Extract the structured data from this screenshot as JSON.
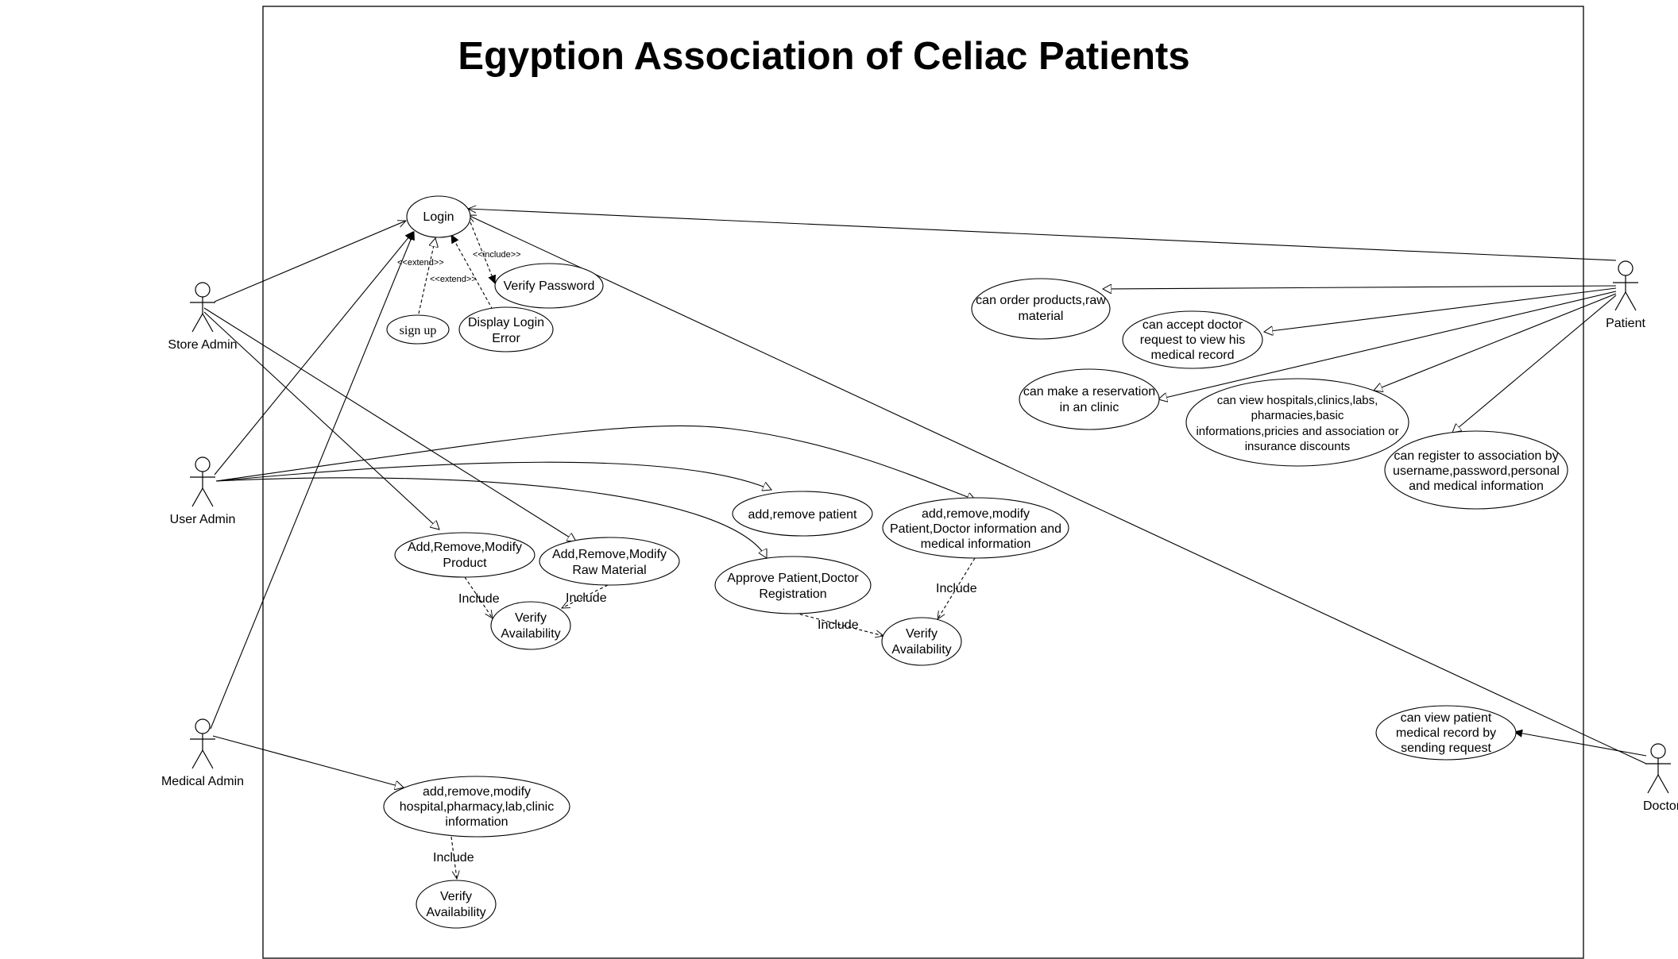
{
  "title": "Egyption Association of Celiac Patients",
  "actors": {
    "store_admin": "Store Admin",
    "user_admin": "User Admin",
    "medical_admin": "Medical Admin",
    "patient": "Patient",
    "doctor": "Doctor"
  },
  "use_cases": {
    "login": [
      "Login"
    ],
    "verify_password": [
      "Verify Password"
    ],
    "sign_up": [
      "sign up"
    ],
    "display_login_error": [
      "Display Login",
      "Error"
    ],
    "add_remove_modify_product": [
      "Add,Remove,Modify",
      "Product"
    ],
    "add_remove_modify_raw_material": [
      "Add,Remove,Modify",
      "Raw Material"
    ],
    "verify_availability_store": [
      "Verify",
      "Availability"
    ],
    "add_remove_patient": [
      "add,remove patient"
    ],
    "approve_registration": [
      "Approve Patient,Doctor",
      "Registration"
    ],
    "modify_patient_doctor_info": [
      "add,remove,modify",
      "Patient,Doctor information and",
      "medical information"
    ],
    "verify_availability_user": [
      "Verify",
      "Availability"
    ],
    "modify_hospital_info": [
      "add,remove,modify",
      "hospital,pharmacy,lab,clinic",
      "information"
    ],
    "verify_availability_medical": [
      "Verify",
      "Availability"
    ],
    "order_products": [
      "can order products,raw",
      "material"
    ],
    "accept_doctor_request": [
      "can accept doctor",
      "request to view his",
      "medical record"
    ],
    "make_reservation": [
      "can make a reservation",
      "in an clinic"
    ],
    "view_hospitals": [
      "can view hospitals,clinics,labs,",
      "pharmacies,basic",
      "informations,pricies and association or",
      "insurance discounts"
    ],
    "register_association": [
      "can register to association by",
      "username,password,personal",
      "and medical information"
    ],
    "view_patient_record": [
      "can view patient",
      "medical record by",
      "sending request"
    ]
  },
  "relations": {
    "extend": "<<extend>>",
    "include_stereo": "<<include>>",
    "include": "Include"
  }
}
